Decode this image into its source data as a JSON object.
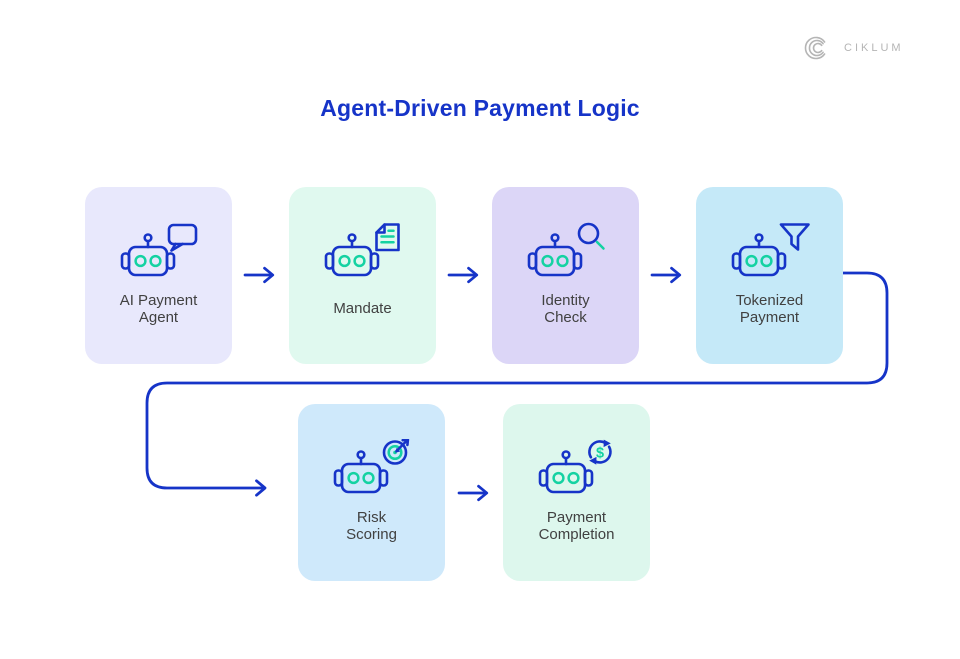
{
  "header": {
    "logo": {
      "brand": "CIKLUM"
    },
    "title": "Agent-Driven Payment Logic"
  },
  "colors": {
    "ink": "#1634c8",
    "teal": "#14d2a2",
    "label": "#414141",
    "logo_gray": "#b5b5b5",
    "title_blue": "#1634c8",
    "background": "#ffffff"
  },
  "flow": {
    "direction": "left-to-right, wrapping to second row",
    "steps": [
      {
        "label": "AI Payment\nAgent",
        "icon": "robot-speech-bubble-icon",
        "bg": "#e8e8fc"
      },
      {
        "label": "Mandate",
        "icon": "robot-document-icon",
        "bg": "#e0f9ef"
      },
      {
        "label": "Identity\nCheck",
        "icon": "robot-magnifier-icon",
        "bg": "#dcd6f7"
      },
      {
        "label": "Tokenized\nPayment",
        "icon": "robot-funnel-icon",
        "bg": "#c5e9f8"
      },
      {
        "label": "Risk\nScoring",
        "icon": "robot-target-icon",
        "bg": "#cfe9fb"
      },
      {
        "label": "Payment\nCompletion",
        "icon": "robot-dollar-refresh-icon",
        "bg": "#ddf7ed"
      }
    ]
  }
}
